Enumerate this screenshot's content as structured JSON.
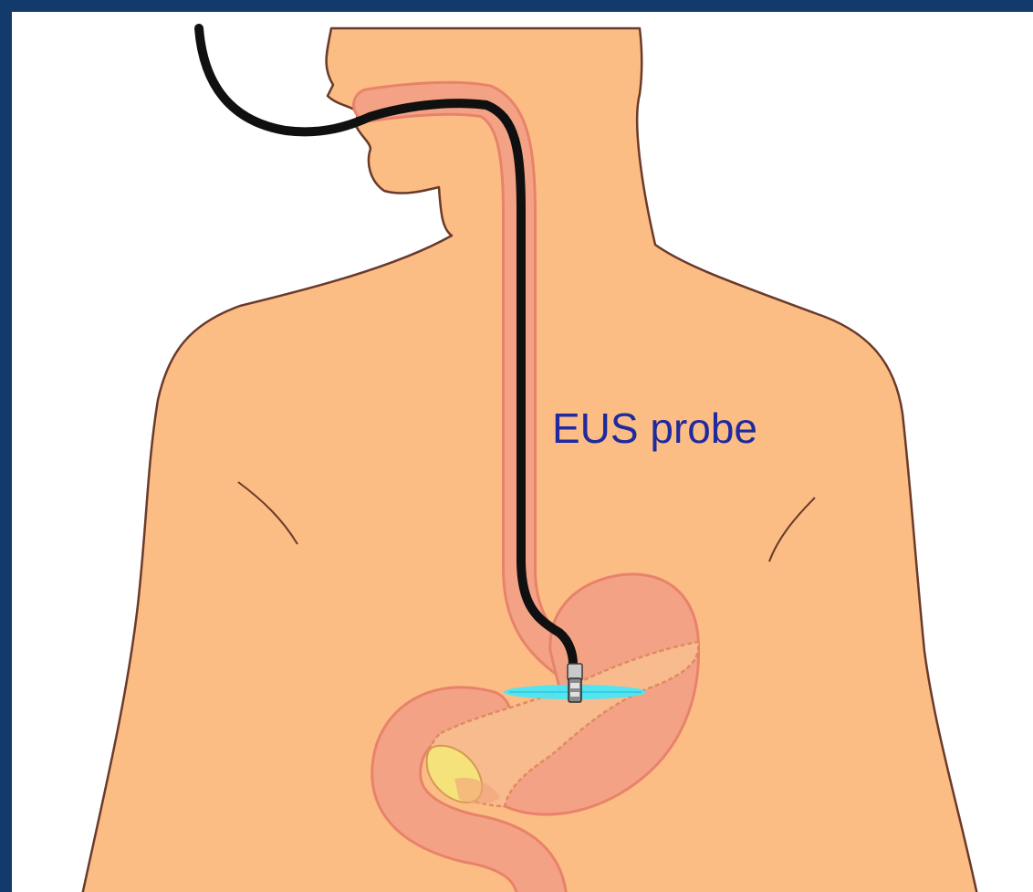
{
  "diagram": {
    "label": "EUS probe",
    "colors": {
      "frame": "#123a6b",
      "skin": "#fcbd85",
      "outline": "#6a3a2a",
      "organ": "#f4a286",
      "organ_outline": "#e8836a",
      "pancreas": "#f7bb8e",
      "gallbladder": "#f6e27a",
      "endoscope": "#101010",
      "ultrasound_beam": "#49e6f5",
      "label": "#1f2a9e"
    },
    "icons": [
      "body-silhouette",
      "esophagus",
      "stomach",
      "duodenum",
      "pancreas",
      "gallbladder",
      "endoscope-cable",
      "probe-tip",
      "ultrasound-beam"
    ]
  }
}
